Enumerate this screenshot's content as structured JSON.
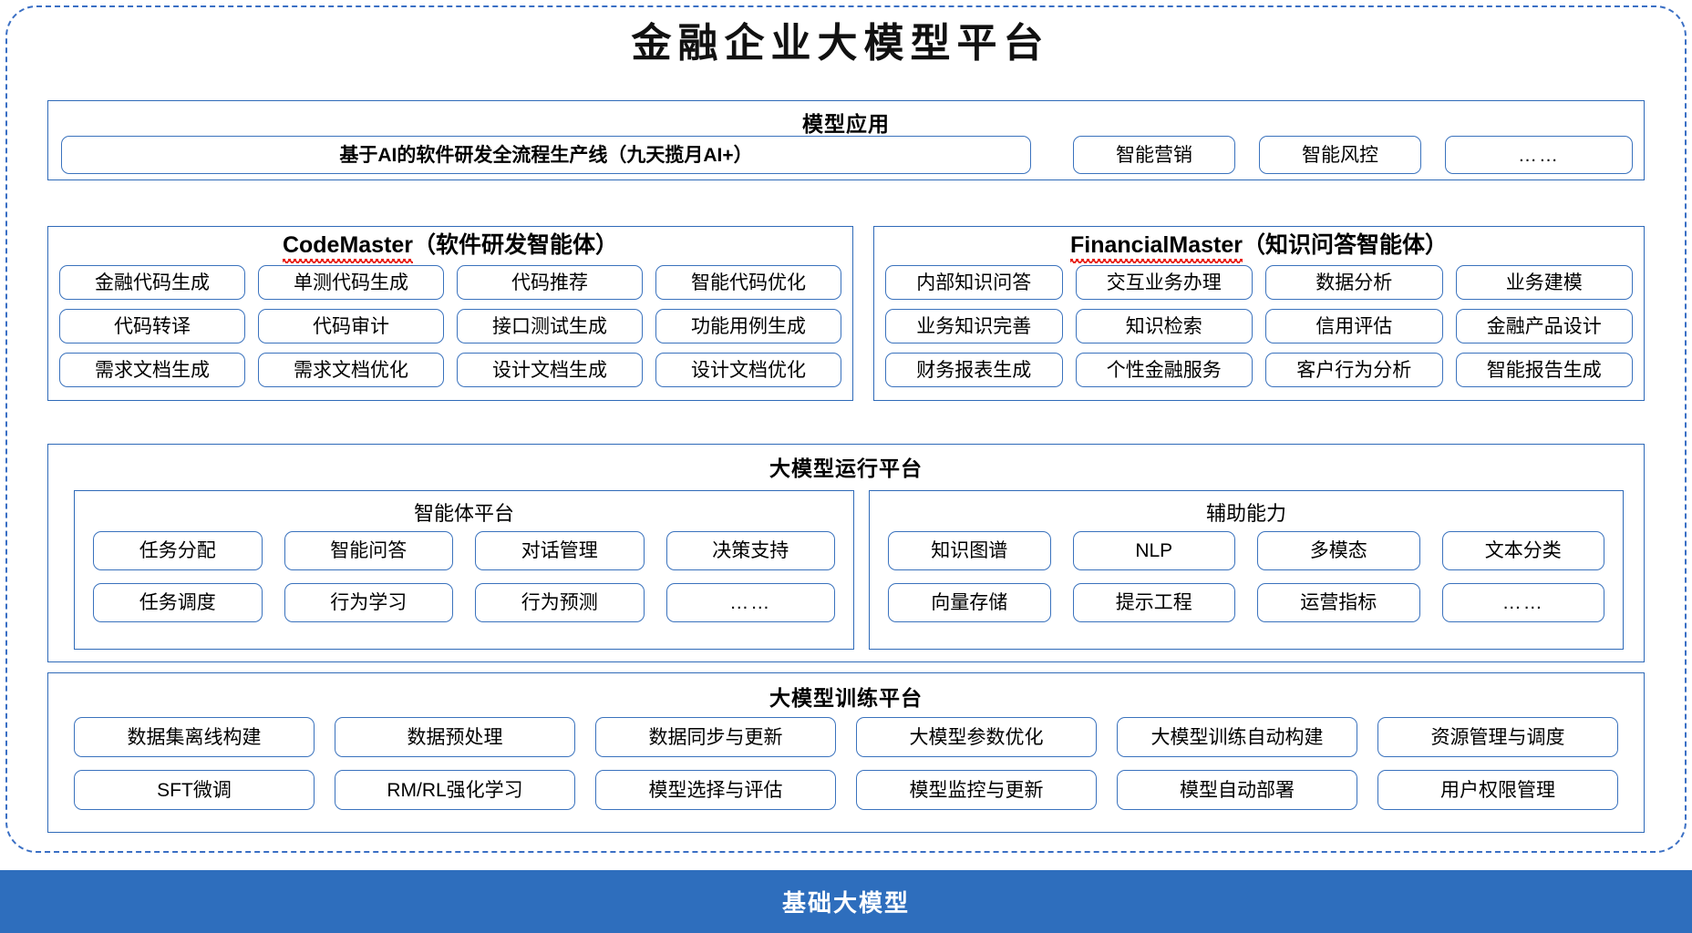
{
  "page": {
    "title": "金融企业大模型平台"
  },
  "model_application": {
    "title": "模型应用",
    "items": [
      {
        "label": "基于AI的软件研发全流程生产线（九天揽月AI+）",
        "bold": true
      },
      {
        "label": "智能营销",
        "bold": false
      },
      {
        "label": "智能风控",
        "bold": false
      },
      {
        "label": "……",
        "bold": false
      }
    ]
  },
  "agents": {
    "codemaster": {
      "name_en": "CodeMaster",
      "name_cn": "（软件研发智能体）",
      "items": [
        "金融代码生成",
        "单测代码生成",
        "代码推荐",
        "智能代码优化",
        "代码转译",
        "代码审计",
        "接口测试生成",
        "功能用例生成",
        "需求文档生成",
        "需求文档优化",
        "设计文档生成",
        "设计文档优化"
      ]
    },
    "financialmaster": {
      "name_en": "FinancialMaster",
      "name_cn": "（知识问答智能体）",
      "items": [
        "内部知识问答",
        "交互业务办理",
        "数据分析",
        "业务建模",
        "业务知识完善",
        "知识检索",
        "信用评估",
        "金融产品设计",
        "财务报表生成",
        "个性金融服务",
        "客户行为分析",
        "智能报告生成"
      ]
    }
  },
  "runtime_platform": {
    "title": "大模型运行平台",
    "agent_platform": {
      "title": "智能体平台",
      "items": [
        "任务分配",
        "智能问答",
        "对话管理",
        "决策支持",
        "任务调度",
        "行为学习",
        "行为预测",
        "……"
      ]
    },
    "auxiliary": {
      "title": "辅助能力",
      "items": [
        "知识图谱",
        "NLP",
        "多模态",
        "文本分类",
        "向量存储",
        "提示工程",
        "运营指标",
        "……"
      ]
    }
  },
  "training_platform": {
    "title": "大模型训练平台",
    "items": [
      "数据集离线构建",
      "数据预处理",
      "数据同步与更新",
      "大模型参数优化",
      "大模型训练自动构建",
      "资源管理与调度",
      "SFT微调",
      "RM/RL强化学习",
      "模型选择与评估",
      "模型监控与更新",
      "模型自动部署",
      "用户权限管理"
    ]
  },
  "base_model": {
    "label": "基础大模型"
  },
  "colors": {
    "accent_blue": "#2f6ab8",
    "chip_border": "#3a72bd",
    "base_bar": "#2e6ebd",
    "spellcheck_red": "#e8241c",
    "frame_dashed": "#3a6fc4"
  }
}
